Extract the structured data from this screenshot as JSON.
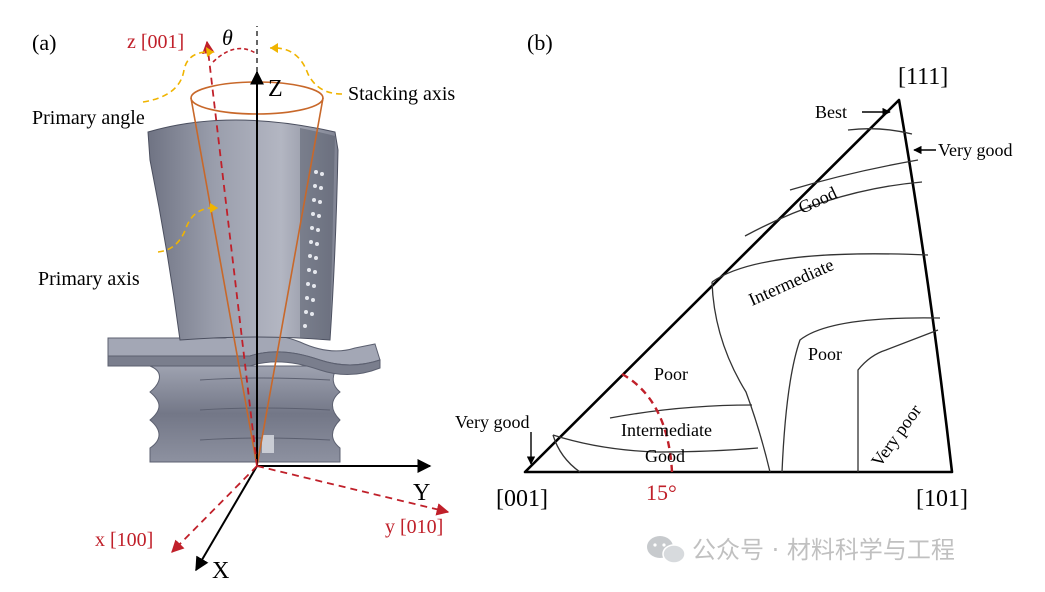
{
  "panel_a": {
    "label": "(a)",
    "z_crystal": "z [001]",
    "theta": "θ",
    "z_axis": "Z",
    "stacking_axis": "Stacking axis",
    "primary_angle": "Primary angle",
    "primary_axis": "Primary axis",
    "y_axis": "Y",
    "x_axis": "X",
    "x_crystal": "x [100]",
    "y_crystal": "y [010]"
  },
  "panel_b": {
    "label": "(b)",
    "corner_111": "[111]",
    "corner_001": "[001]",
    "corner_101": "[101]",
    "angle_label": "15°",
    "regions": {
      "best": "Best",
      "very_good_top": "Very good",
      "good_top": "Good",
      "intermediate_top": "Intermediate",
      "poor_right": "Poor",
      "very_poor": "Very poor",
      "poor_left": "Poor",
      "very_good_left": "Very good",
      "intermediate_bottom": "Intermediate",
      "good_bottom": "Good"
    }
  },
  "watermark": {
    "text": "公众号 · 材料科学与工程",
    "icon": "wechat-icon"
  },
  "colors": {
    "crystal_axis": "#c0202a",
    "annotation_arrow": "#f0b400",
    "cone": "#c8682a",
    "blade": "#8a8e9c",
    "ink": "#000000"
  }
}
